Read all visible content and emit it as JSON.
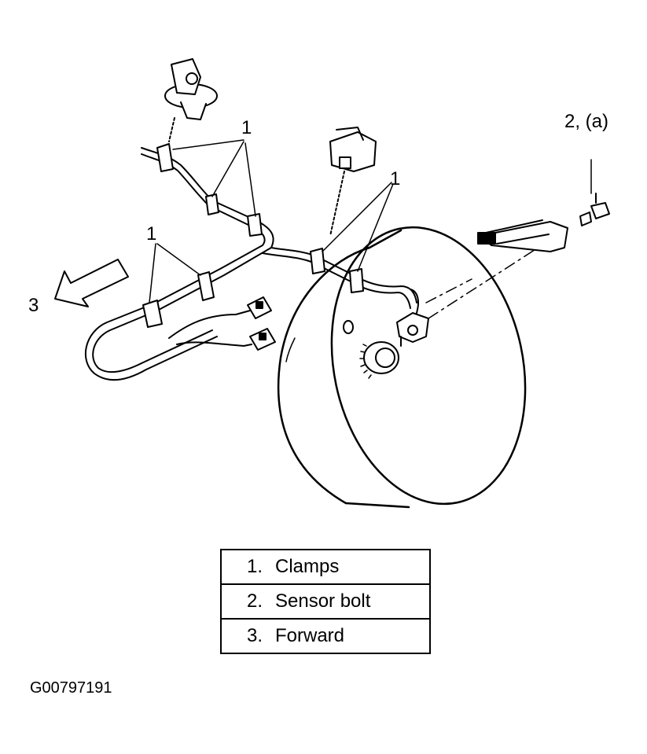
{
  "callouts": {
    "clamps_top": "1",
    "clamps_middle": "1",
    "clamps_left": "1",
    "sensor_bolt": "2, (a)",
    "forward": "3"
  },
  "legend": {
    "rows": [
      {
        "num": "1.",
        "label": "Clamps"
      },
      {
        "num": "2.",
        "label": "Sensor bolt"
      },
      {
        "num": "3.",
        "label": "Forward"
      }
    ]
  },
  "figure_id": "G00797191",
  "colors": {
    "line": "#000000",
    "background": "#ffffff"
  }
}
